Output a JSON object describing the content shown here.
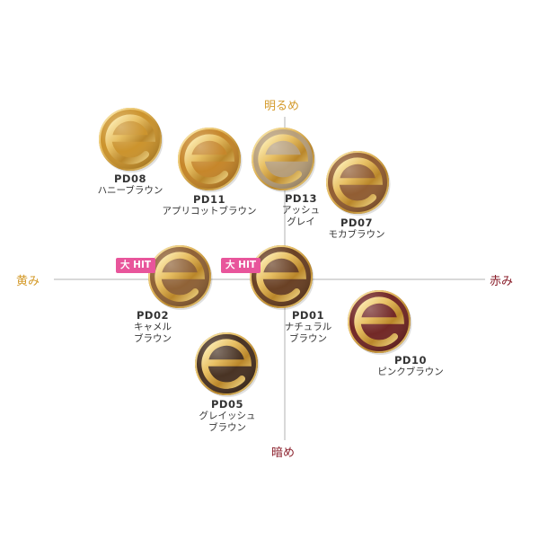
{
  "axes": {
    "top": {
      "label": "明るめ",
      "color": "#d49a2a"
    },
    "bottom": {
      "label": "暗め",
      "color": "#8a1f2b"
    },
    "left": {
      "label": "黄み",
      "color": "#d49a2a"
    },
    "right": {
      "label": "赤み",
      "color": "#8a1f2b"
    }
  },
  "badge_color": "#e8559b",
  "shades": [
    {
      "code": "PD08",
      "name": "ハニーブラウン",
      "color": "#c98e22",
      "badge": ""
    },
    {
      "code": "PD11",
      "name": "アプリコットブラウン",
      "color": "#c3801f",
      "badge": ""
    },
    {
      "code": "PD13",
      "name": "アッシュ\nグレイ",
      "color": "#b49a73",
      "badge": ""
    },
    {
      "code": "PD07",
      "name": "モカブラウン",
      "color": "#8c5528",
      "badge": ""
    },
    {
      "code": "PD02",
      "name": "キャメル\nブラウン",
      "color": "#8a5a2c",
      "badge": "大 HIT"
    },
    {
      "code": "PD01",
      "name": "ナチュラル\nブラウン",
      "color": "#623719",
      "badge": "大 HIT"
    },
    {
      "code": "PD10",
      "name": "ピンクブラウン",
      "color": "#6b1d1b",
      "badge": ""
    },
    {
      "code": "PD05",
      "name": "グレイッシュ\nブラウン",
      "color": "#3f2818",
      "badge": ""
    }
  ]
}
